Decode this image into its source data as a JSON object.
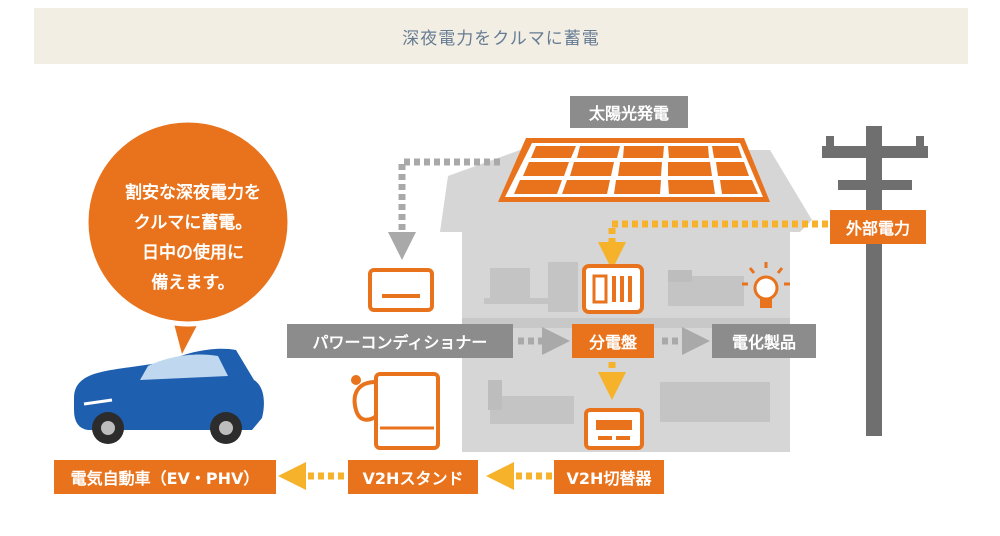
{
  "header": {
    "title": "深夜電力をクルマに蓄電"
  },
  "bubble": {
    "lines": [
      "割安な深夜電力を",
      "クルマに蓄電。",
      "日中の使用に",
      "備えます。"
    ]
  },
  "labels": {
    "solar": "太陽光発電",
    "external_power": "外部電力",
    "power_conditioner": "パワーコンディショナー",
    "distribution_board": "分電盤",
    "appliances": "電化製品",
    "v2h_switcher": "V2H切替器",
    "v2h_stand": "V2Hスタンド",
    "ev": "電気自動車（EV・PHV）"
  },
  "colors": {
    "accent": "#e8731c",
    "gray_label": "#8c8c8c",
    "house": "#d6d6d6",
    "flow_gray": "#a9a9a9",
    "flow_yellow": "#f5b22a",
    "car": "#1f5fb0"
  }
}
